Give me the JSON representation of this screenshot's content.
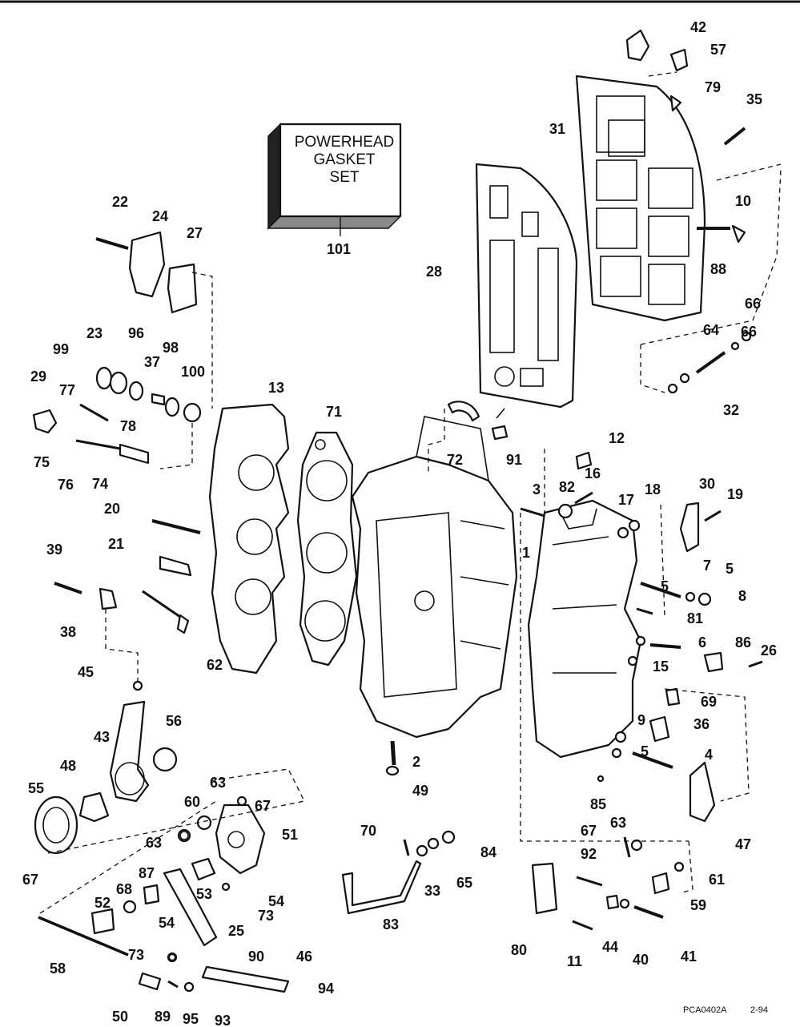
{
  "gasket_box": {
    "line1": "POWERHEAD",
    "line2": "GASKET",
    "line3": "SET"
  },
  "footer": {
    "code": "PCA0402A",
    "date": "2-94"
  },
  "callouts": {
    "c1": "1",
    "c2": "2",
    "c3": "3",
    "c4": "4",
    "c5a": "5",
    "c5b": "5",
    "c5c": "5",
    "c6": "6",
    "c7": "7",
    "c8": "8",
    "c9": "9",
    "c10": "10",
    "c11": "11",
    "c12": "12",
    "c13": "13",
    "c15": "15",
    "c16": "16",
    "c17": "17",
    "c18": "18",
    "c19": "19",
    "c20": "20",
    "c21": "21",
    "c22": "22",
    "c23": "23",
    "c24": "24",
    "c25": "25",
    "c26": "26",
    "c27": "27",
    "c28": "28",
    "c29": "29",
    "c30": "30",
    "c31": "31",
    "c32": "32",
    "c33": "33",
    "c35": "35",
    "c36": "36",
    "c37": "37",
    "c38": "38",
    "c39": "39",
    "c40": "40",
    "c41": "41",
    "c42": "42",
    "c43": "43",
    "c44": "44",
    "c45": "45",
    "c46": "46",
    "c47": "47",
    "c48": "48",
    "c49": "49",
    "c50": "50",
    "c51": "51",
    "c52": "52",
    "c53": "53",
    "c54a": "54",
    "c54b": "54",
    "c55": "55",
    "c56": "56",
    "c57": "57",
    "c58": "58",
    "c59": "59",
    "c60": "60",
    "c61": "61",
    "c62": "62",
    "c63a": "63",
    "c63b": "63",
    "c63c": "63",
    "c64": "64",
    "c65": "65",
    "c66a": "66",
    "c66b": "66",
    "c67a": "67",
    "c67b": "67",
    "c67c": "67",
    "c68": "68",
    "c69": "69",
    "c70": "70",
    "c71": "71",
    "c72": "72",
    "c73a": "73",
    "c73b": "73",
    "c74": "74",
    "c75": "75",
    "c76": "76",
    "c77": "77",
    "c78": "78",
    "c79": "79",
    "c80": "80",
    "c81": "81",
    "c82": "82",
    "c83": "83",
    "c84": "84",
    "c85": "85",
    "c86": "86",
    "c87": "87",
    "c88": "88",
    "c89": "89",
    "c90": "90",
    "c91": "91",
    "c92": "92",
    "c93": "93",
    "c94": "94",
    "c95": "95",
    "c96": "96",
    "c98": "98",
    "c99": "99",
    "c100": "100",
    "c101": "101"
  }
}
